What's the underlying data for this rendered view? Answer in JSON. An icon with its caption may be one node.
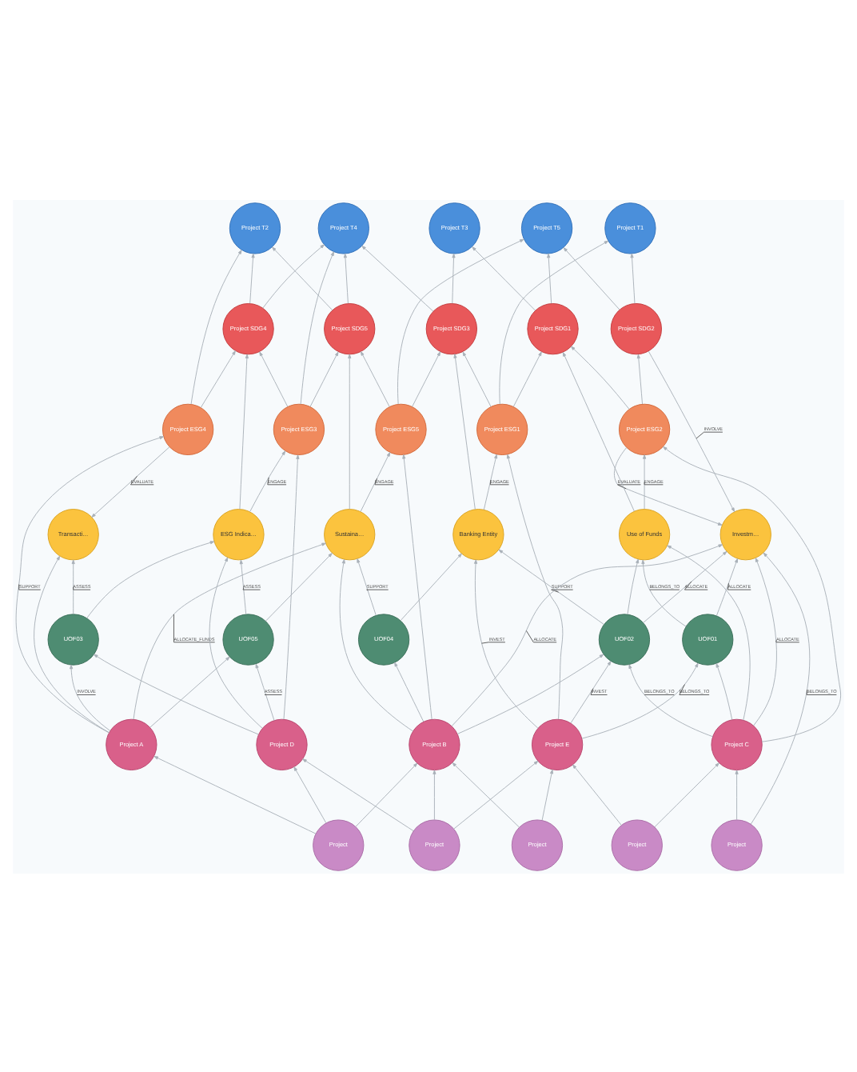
{
  "diagram": {
    "nodes": [
      {
        "text": [
          "Project T2"
        ]
      },
      {
        "text": [
          "Project T4"
        ]
      },
      {
        "text": [
          "Project T3"
        ]
      },
      {
        "text": [
          "Project T5"
        ]
      },
      {
        "text": [
          "Project T1"
        ]
      },
      {
        "text": [
          "Project SDG4"
        ]
      },
      {
        "text": [
          "Project SDG5"
        ]
      },
      {
        "text": [
          "Project SDG3"
        ]
      },
      {
        "text": [
          "Project SDG1"
        ]
      },
      {
        "text": [
          "Project SDG2"
        ]
      },
      {
        "text": [
          "Project ESG4"
        ]
      },
      {
        "text": [
          "Project ESG3"
        ]
      },
      {
        "text": [
          "Project ESG5"
        ]
      },
      {
        "text": [
          "Project ESG1"
        ]
      },
      {
        "text": [
          "Project ESG2"
        ]
      },
      {
        "text": [
          "Transacti…"
        ]
      },
      {
        "text": [
          "ESG Indica…"
        ]
      },
      {
        "text": [
          "Sustaina…"
        ]
      },
      {
        "text": [
          "Banking Entity"
        ]
      },
      {
        "text": [
          "Use of Funds"
        ]
      },
      {
        "text": [
          "Investm…"
        ]
      },
      {
        "text": [
          "UOF03"
        ]
      },
      {
        "text": [
          "UOF05"
        ]
      },
      {
        "text": [
          "UOF04"
        ]
      },
      {
        "text": [
          "UOF02"
        ]
      },
      {
        "text": [
          "UOF01"
        ]
      },
      {
        "text": [
          "Project A"
        ]
      },
      {
        "text": [
          "Project D"
        ]
      },
      {
        "text": [
          "Project B"
        ]
      },
      {
        "text": [
          "Project E"
        ]
      },
      {
        "text": [
          "Project C"
        ]
      },
      {
        "text": [
          "Project"
        ]
      },
      {
        "text": [
          "Project"
        ]
      },
      {
        "text": [
          "Project"
        ]
      },
      {
        "text": [
          "Project"
        ]
      },
      {
        "text": [
          "Project"
        ]
      }
    ],
    "edges": [
      {
        "from": 5,
        "to": 0,
        "arrow": "to"
      },
      {
        "from": 6,
        "to": 1,
        "arrow": "to"
      },
      {
        "from": 7,
        "to": 2,
        "arrow": "to"
      },
      {
        "from": 8,
        "to": 3,
        "arrow": "to"
      },
      {
        "from": 9,
        "to": 4,
        "arrow": "to"
      },
      {
        "from": 6,
        "to": 0,
        "arrow": "to"
      },
      {
        "from": 7,
        "to": 1,
        "arrow": "to"
      },
      {
        "from": 8,
        "to": 2,
        "arrow": "to"
      },
      {
        "from": 9,
        "to": 3,
        "arrow": "to"
      },
      {
        "from": 5,
        "to": 1,
        "arrow": "to"
      },
      {
        "from": 10,
        "to": 5,
        "arrow": "to"
      },
      {
        "from": 11,
        "to": 6,
        "arrow": "to"
      },
      {
        "from": 12,
        "to": 7,
        "arrow": "to"
      },
      {
        "from": 13,
        "to": 8,
        "arrow": "to"
      },
      {
        "from": 14,
        "to": 9,
        "arrow": "to"
      },
      {
        "from": 11,
        "to": 5,
        "arrow": "to"
      },
      {
        "from": 12,
        "to": 6,
        "arrow": "to"
      },
      {
        "from": 13,
        "to": 7,
        "arrow": "to"
      },
      {
        "from": 14,
        "to": 8,
        "arrow": "to"
      },
      {
        "from": 10,
        "to": 0,
        "arrow": "to"
      },
      {
        "from": 11,
        "to": 1,
        "arrow": "to"
      },
      {
        "from": 13,
        "to": 4,
        "arrow": "to"
      },
      {
        "from": 12,
        "to": 3,
        "arrow": "to"
      },
      {
        "from": 10,
        "to": 15,
        "arrow": "to",
        "label": "EVALUATE"
      },
      {
        "from": 16,
        "to": 11,
        "arrow": "to",
        "label": "ENGAGE"
      },
      {
        "from": 17,
        "to": 12,
        "arrow": "to",
        "label": "ENGAGE"
      },
      {
        "from": 18,
        "to": 13,
        "arrow": "to",
        "label": "ENGAGE"
      },
      {
        "from": 19,
        "to": 14,
        "arrow": "to",
        "label": "ENGAGE"
      },
      {
        "from": 14,
        "to": 20,
        "arrow": "to",
        "label": "EVALUATE"
      },
      {
        "from": 9,
        "to": 20,
        "arrow": "to",
        "label": "INVOLVE"
      },
      {
        "from": 16,
        "to": 5,
        "arrow": "to"
      },
      {
        "from": 17,
        "to": 6,
        "arrow": "to"
      },
      {
        "from": 18,
        "to": 7,
        "arrow": "to"
      },
      {
        "from": 19,
        "to": 8,
        "arrow": "to"
      },
      {
        "from": 21,
        "to": 15,
        "arrow": "to",
        "label": "ASSESS"
      },
      {
        "from": 22,
        "to": 16,
        "arrow": "to",
        "label": "ASSESS"
      },
      {
        "from": 23,
        "to": 17,
        "arrow": "to",
        "label": "SUPPORT"
      },
      {
        "from": 24,
        "to": 18,
        "arrow": "to",
        "label": "SUPPORT"
      },
      {
        "from": 25,
        "to": 19,
        "arrow": "to",
        "label": "BELONGS_TO"
      },
      {
        "from": 25,
        "to": 20,
        "arrow": "to",
        "label": "ALLOCATE"
      },
      {
        "from": 24,
        "to": 20,
        "arrow": "to",
        "label": "ALLOCATE"
      },
      {
        "from": 21,
        "to": 16,
        "arrow": "to"
      },
      {
        "from": 22,
        "to": 17,
        "arrow": "to"
      },
      {
        "from": 23,
        "to": 18,
        "arrow": "to"
      },
      {
        "from": 24,
        "to": 19,
        "arrow": "to"
      },
      {
        "from": 26,
        "to": 21,
        "arrow": "to",
        "label": "INVOLVE"
      },
      {
        "from": 27,
        "to": 22,
        "arrow": "to",
        "label": "ASSESS"
      },
      {
        "from": 28,
        "to": 23,
        "arrow": "to"
      },
      {
        "from": 29,
        "to": 24,
        "arrow": "to",
        "label": "INVEST"
      },
      {
        "from": 30,
        "to": 25,
        "arrow": "to"
      },
      {
        "from": 26,
        "to": 22,
        "arrow": "to"
      },
      {
        "from": 27,
        "to": 21,
        "arrow": "to"
      },
      {
        "from": 28,
        "to": 24,
        "arrow": "to"
      },
      {
        "from": 29,
        "to": 25,
        "arrow": "to",
        "label": "BELONGS_TO"
      },
      {
        "from": 30,
        "to": 24,
        "arrow": "to",
        "label": "BELONGS_TO"
      },
      {
        "from": 26,
        "to": 15,
        "arrow": "to"
      },
      {
        "from": 26,
        "to": 17,
        "arrow": "to",
        "label": "ALLOCATE_FUNDS"
      },
      {
        "from": 27,
        "to": 16,
        "arrow": "to"
      },
      {
        "from": 28,
        "to": 17,
        "arrow": "to"
      },
      {
        "from": 28,
        "to": 20,
        "arrow": "to",
        "label": "ALLOCATE"
      },
      {
        "from": 29,
        "to": 18,
        "arrow": "to",
        "label": "INVEST"
      },
      {
        "from": 30,
        "to": 20,
        "arrow": "to",
        "label": "ALLOCATE"
      },
      {
        "from": 30,
        "to": 19,
        "arrow": "to"
      },
      {
        "from": 26,
        "to": 10,
        "arrow": "to",
        "label": "SUPPORT"
      },
      {
        "from": 27,
        "to": 11,
        "arrow": "to"
      },
      {
        "from": 28,
        "to": 12,
        "arrow": "to"
      },
      {
        "from": 29,
        "to": 13,
        "arrow": "to"
      },
      {
        "from": 30,
        "to": 14,
        "arrow": "to"
      },
      {
        "from": 31,
        "to": 26,
        "arrow": "to"
      },
      {
        "from": 31,
        "to": 27,
        "arrow": "to"
      },
      {
        "from": 31,
        "to": 28,
        "arrow": "to"
      },
      {
        "from": 32,
        "to": 27,
        "arrow": "to"
      },
      {
        "from": 32,
        "to": 28,
        "arrow": "to"
      },
      {
        "from": 32,
        "to": 29,
        "arrow": "to"
      },
      {
        "from": 33,
        "to": 28,
        "arrow": "to"
      },
      {
        "from": 33,
        "to": 29,
        "arrow": "to"
      },
      {
        "from": 34,
        "to": 29,
        "arrow": "to"
      },
      {
        "from": 34,
        "to": 30,
        "arrow": "to"
      },
      {
        "from": 35,
        "to": 30,
        "arrow": "to"
      },
      {
        "from": 35,
        "to": 20,
        "arrow": "to",
        "label": "BELONGS_TO"
      }
    ]
  }
}
